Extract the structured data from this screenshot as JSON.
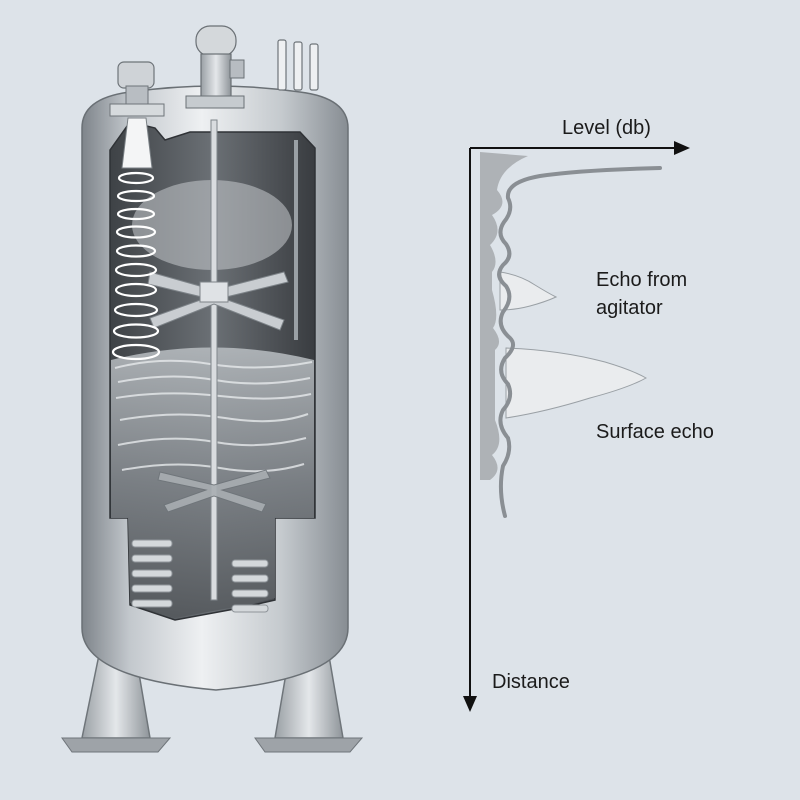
{
  "labels": {
    "level_axis": "Level (db)",
    "distance_axis": "Distance",
    "agitator_echo_line1": "Echo from",
    "agitator_echo_line2": "agitator",
    "surface_echo": "Surface echo"
  },
  "colors": {
    "background": "#dde3e9",
    "tank_metal": "#c9ced3",
    "tank_shadow": "#8d9399",
    "tank_interior": "#4f5357",
    "liquid": "#8b9095",
    "echo_curve": "#8a8f94",
    "echo_fill": "#b0b4b8",
    "echo_peak_fill": "#eceeef",
    "axis": "#111111"
  },
  "icons": {
    "radar_sensor": "radar-sensor-icon",
    "agitator_motor": "agitator-motor-icon",
    "radar_beam": "radar-wave-rings"
  }
}
